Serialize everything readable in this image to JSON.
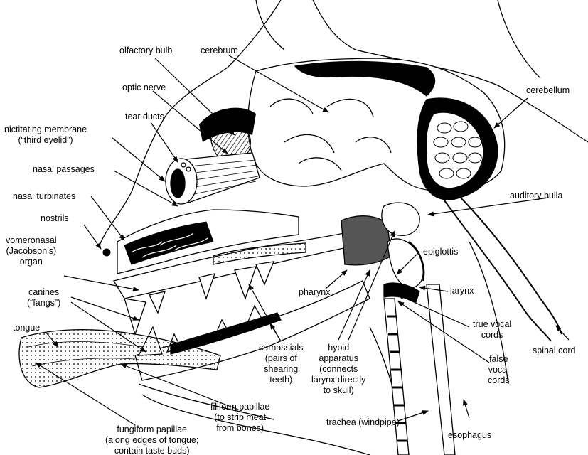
{
  "colors": {
    "ink": "#000000",
    "paper": "#ffffff",
    "tongue_fill": "#bdbdbd"
  },
  "labels": {
    "olfactory_bulb": "olfactory bulb",
    "cerebrum": "cerebrum",
    "optic_nerve": "optic nerve",
    "cerebellum": "cerebellum",
    "tear_ducts": "tear ducts",
    "nictitating_membrane": "nictitating membrane\n(“third eyelid”)",
    "nasal_passages": "nasal passages",
    "nasal_turbinates": "nasal turbinates",
    "auditory_bulla": "auditory bulla",
    "nostrils": "nostrils",
    "vomeronasal_organ": "vomeronasal\n(Jacobson’s)\norgan",
    "epiglottis": "epiglottis",
    "pharynx": "pharynx",
    "larynx": "larynx",
    "canines": "canines\n(“fangs”)",
    "true_vocal_cords": "true vocal\ncords",
    "tongue": "tongue",
    "carnassials": "carnassials\n(pairs of\nshearing\nteeth)",
    "hyoid_apparatus": "hyoid\napparatus\n(connects\nlarynx directly\nto skull)",
    "false_vocal_cords": "false\nvocal\ncords",
    "spinal_cord": "spinal cord",
    "filiform_papillae": "filiform papillae\n(to strip meat\nfrom bones)",
    "fungiform_papillae": "fungiform papillae\n(along edges of tongue;\ncontain taste buds)",
    "trachea": "trachea (windpipe)",
    "esophagus": "esophagus"
  }
}
